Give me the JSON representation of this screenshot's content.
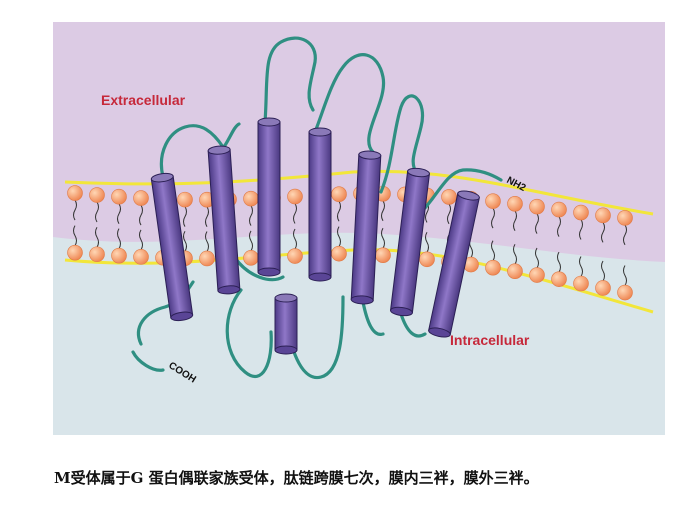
{
  "figure": {
    "labels": {
      "extracellular": "Extracellular",
      "intracellular": "Intracellular",
      "nh2": "NH2",
      "cooh": "COOH"
    },
    "colors": {
      "extracellular_bg": "#dccbe4",
      "intracellular_bg": "#d9e5ea",
      "membrane_line": "#f2e63a",
      "lipid_head": "#f39a63",
      "helix": "#6f55a8",
      "chain": "#2f8f82",
      "label_red": "#c6283a"
    },
    "helix_count": 7
  },
  "caption": "M受体属于G 蛋白偶联家族受体，肽链跨膜七次，膜内三袢，膜外三袢。"
}
